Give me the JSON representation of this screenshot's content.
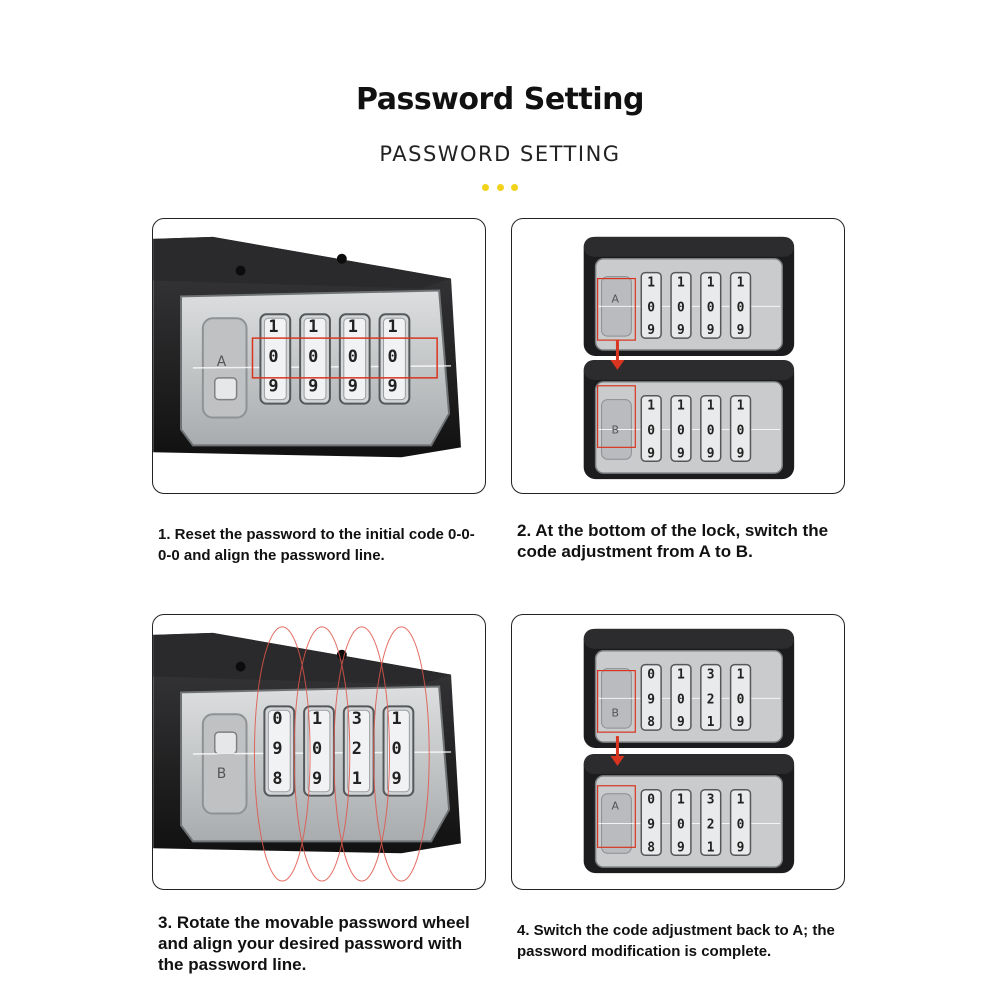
{
  "header": {
    "title": "Password Setting",
    "subtitle": "PASSWORD SETTING"
  },
  "colors": {
    "accent_dots": "#f2d21a",
    "highlight_red": "#d9341f",
    "lock_body": "#1c1c1e",
    "lock_face": "#c9cbcd"
  },
  "steps": [
    {
      "caption": "1. Reset the password to the initial code 0-0-0-0 and align the password line.",
      "slot_label": "A",
      "wheels": [
        {
          "top": "1",
          "middle": "0",
          "bottom": "9"
        },
        {
          "top": "1",
          "middle": "0",
          "bottom": "9"
        },
        {
          "top": "1",
          "middle": "0",
          "bottom": "9"
        },
        {
          "top": "1",
          "middle": "0",
          "bottom": "9"
        }
      ]
    },
    {
      "caption": "2. At the bottom of the lock, switch the code adjustment from A to B.",
      "slot_label_top": "A",
      "slot_label_bottom": "B",
      "wheels": [
        {
          "top": "1",
          "middle": "0",
          "bottom": "9"
        },
        {
          "top": "1",
          "middle": "0",
          "bottom": "9"
        },
        {
          "top": "1",
          "middle": "0",
          "bottom": "9"
        },
        {
          "top": "1",
          "middle": "0",
          "bottom": "9"
        }
      ]
    },
    {
      "caption": "3. Rotate the movable password wheel and align your desired password with the password line.",
      "slot_label": "B",
      "wheels": [
        {
          "top": "0",
          "middle": "9",
          "bottom": "8"
        },
        {
          "top": "1",
          "middle": "0",
          "bottom": "9"
        },
        {
          "top": "3",
          "middle": "2",
          "bottom": "1"
        },
        {
          "top": "1",
          "middle": "0",
          "bottom": "9"
        }
      ]
    },
    {
      "caption": "4. Switch the code adjustment back to A; the password modification is complete.",
      "slot_label_top": "B",
      "slot_label_bottom": "A",
      "wheels": [
        {
          "top": "0",
          "middle": "9",
          "bottom": "8"
        },
        {
          "top": "1",
          "middle": "0",
          "bottom": "9"
        },
        {
          "top": "3",
          "middle": "2",
          "bottom": "1"
        },
        {
          "top": "1",
          "middle": "0",
          "bottom": "9"
        }
      ]
    }
  ]
}
